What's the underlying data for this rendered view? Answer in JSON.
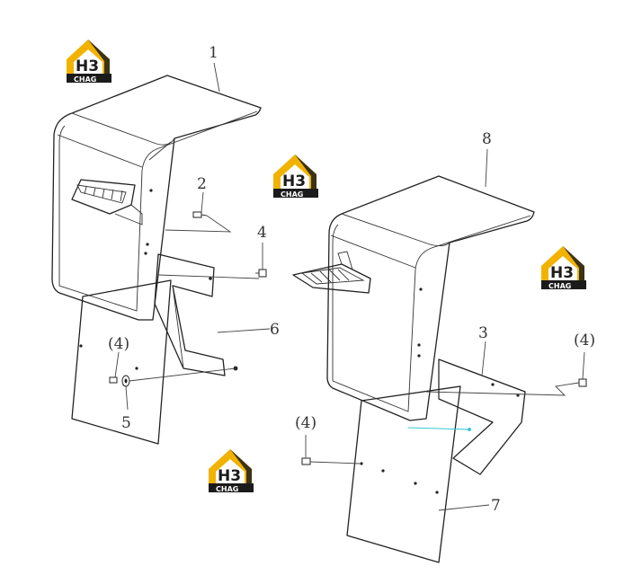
{
  "diagram": {
    "callouts": {
      "c1": "1",
      "c2": "2",
      "c3": "3",
      "c4": "4",
      "c4a": "(4)",
      "c4b": "(4)",
      "c4c": "(4)",
      "c5": "5",
      "c6": "6",
      "c7": "7",
      "c8": "8"
    },
    "logo": {
      "mark": "H3",
      "caption": "CHAG",
      "colors": {
        "roof": "#f2b200",
        "dark": "#1b1b1b",
        "white": "#ffffff"
      }
    },
    "colors": {
      "line": "#222222",
      "accent_leader": "#33c8d8"
    }
  }
}
